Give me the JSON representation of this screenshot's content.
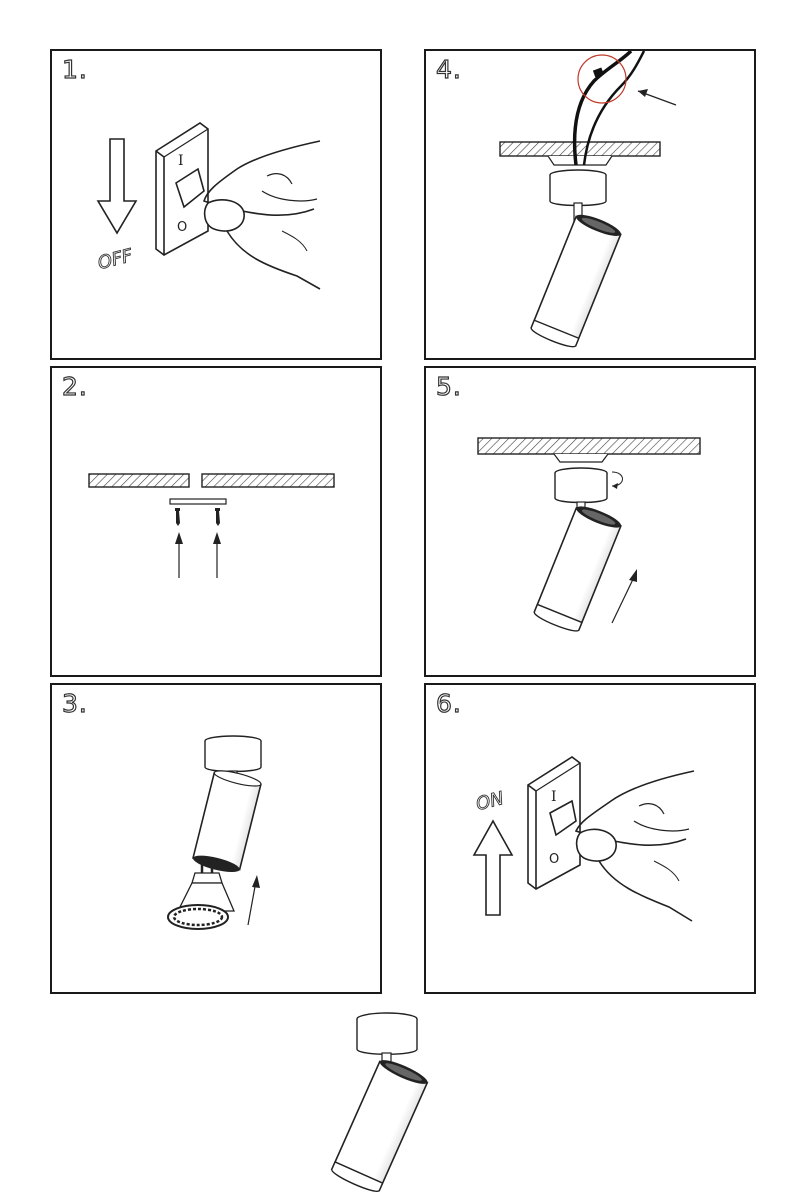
{
  "steps": [
    {
      "number": "1.",
      "label": "OFF"
    },
    {
      "number": "2."
    },
    {
      "number": "3."
    },
    {
      "number": "4."
    },
    {
      "number": "5."
    },
    {
      "number": "6.",
      "label": "ON"
    }
  ],
  "switch_marks": {
    "on": "I",
    "off": "O"
  }
}
